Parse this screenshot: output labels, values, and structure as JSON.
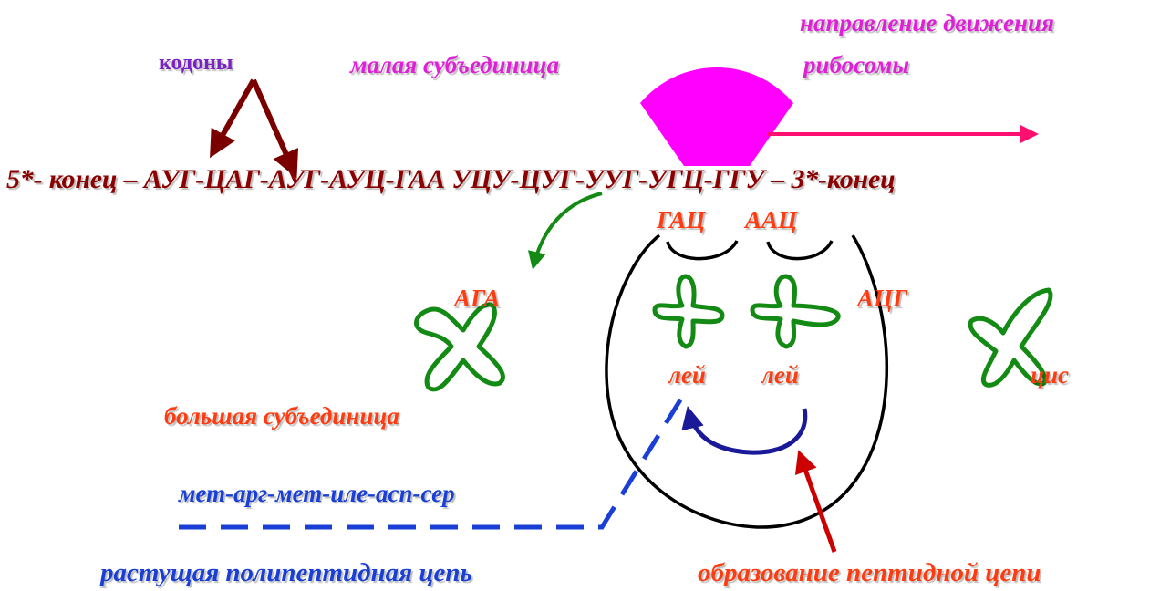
{
  "labels": {
    "codons": "кодоны",
    "small_subunit": "малая субъединица",
    "direction_line1": "направление движения",
    "direction_line2": "рибосомы",
    "mrna_sequence": "5*- конец – АУГ-ЦАГ-АУГ-АУЦ-ГАА УЦУ-ЦУГ-УУГ-УГЦ-ГГУ – 3*-конец",
    "anticodon_left": "ГАЦ",
    "anticodon_right": "ААЦ",
    "trna_aga": "АГА",
    "trna_aug": "АЦГ",
    "amino_lei_1": "лей",
    "amino_lei_2": "лей",
    "amino_cis": "цис",
    "large_subunit": "большая субъединица",
    "peptide_chain": "мет-арг-мет-иле-асп-сер",
    "growing_chain": "растущая полипептидная цепь",
    "peptide_bond_formation": "образование пептидной цепи"
  },
  "colors": {
    "codons_label": "#7b22c4",
    "magenta_text": "#e020d8",
    "mrna_text": "#8b0000",
    "orange_text": "#ff3b10",
    "blue_text": "#1a3fd6",
    "small_subunit_fill": "#ff00ff",
    "direction_arrow": "#ff1070",
    "codon_arrows": "#7a0000",
    "trna_green": "#138a13",
    "ribosome_outline": "#000000",
    "peptide_dashes": "#1a3fd6",
    "bond_arc": "#1a1a99",
    "bond_arrow": "#cc0000"
  }
}
